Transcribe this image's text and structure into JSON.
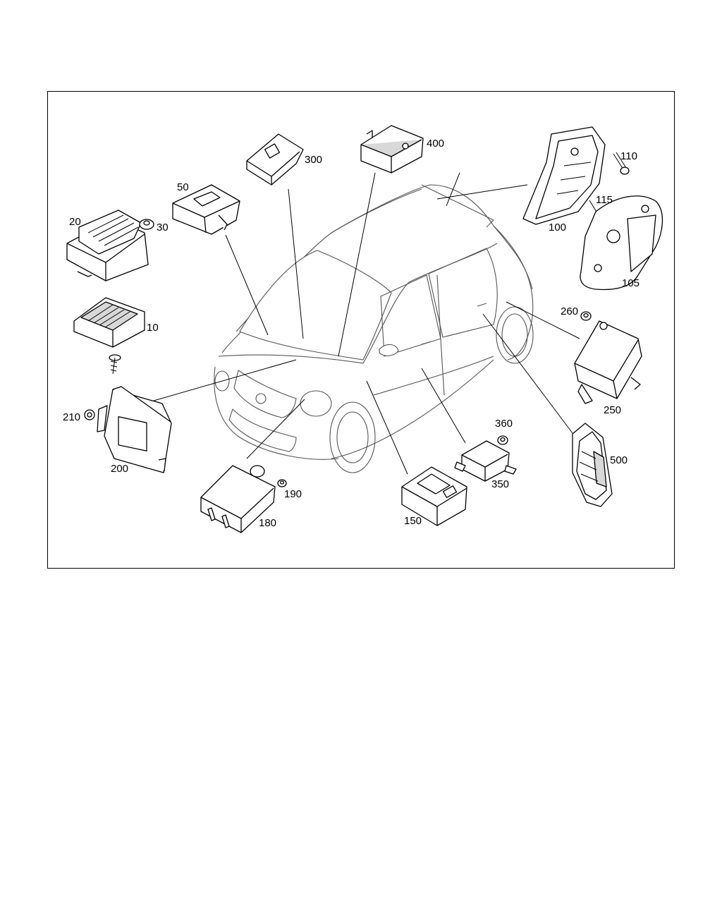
{
  "diagram": {
    "callouts": {
      "p10": "10",
      "p20": "20",
      "p30": "30",
      "p50": "50",
      "p100": "100",
      "p105": "105",
      "p110": "110",
      "p115": "115",
      "p150": "150",
      "p180": "180",
      "p190": "190",
      "p200": "200",
      "p210": "210",
      "p250": "250",
      "p260": "260",
      "p300": "300",
      "p350": "350",
      "p360": "360",
      "p400": "400",
      "p500": "500"
    }
  }
}
